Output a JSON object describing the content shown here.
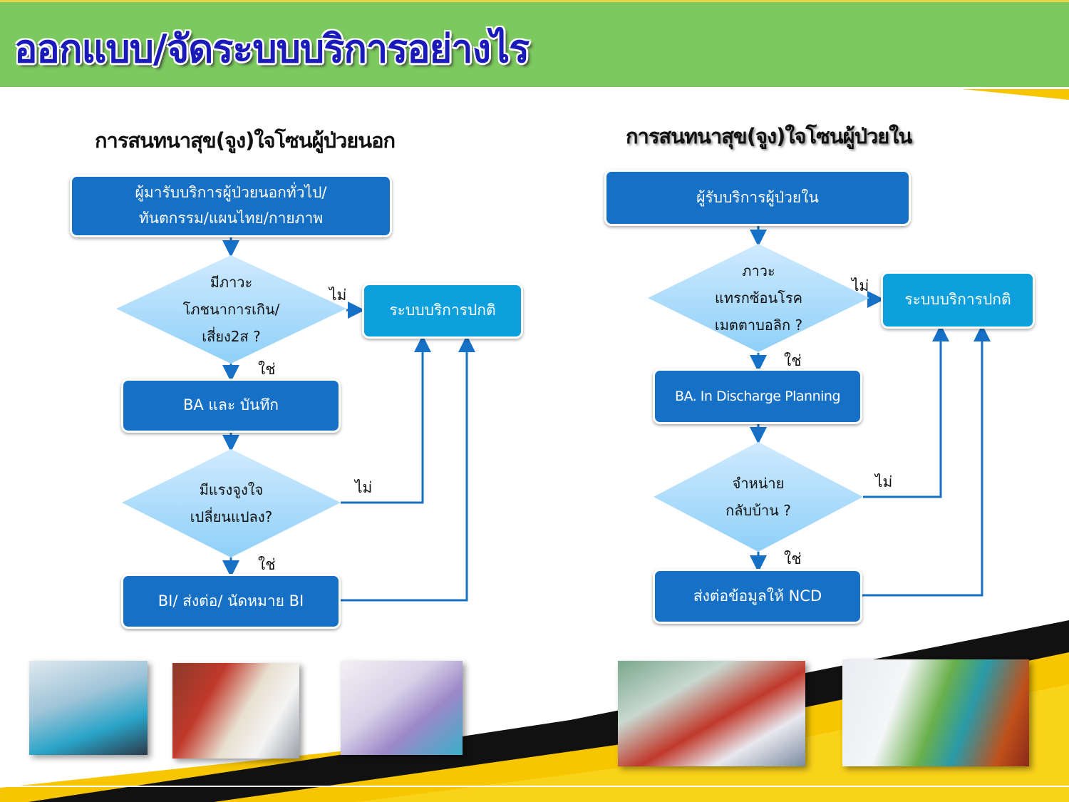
{
  "header": {
    "title": "ออกแบบ/จัดระบบบริการอย่างไร"
  },
  "left": {
    "title": "การสนทนาสุข(จูง)ใจโซนผู้ป่วยนอก",
    "start": [
      "ผู้มารับบริการผู้ป่วยนอกทั่วไป/",
      "ทันตกรรม/แผนไทย/กายภาพ"
    ],
    "decision1": [
      "มีภาวะ",
      "โภชนาการเกิน/",
      "เสี่ยง2ส ?"
    ],
    "normal": "ระบบบริการปกติ",
    "ba": "BA และ บันทึก",
    "decision2": [
      "มีแรงจูงใจ",
      "เปลี่ยนแปลง?"
    ],
    "bi": "BI/ ส่งต่อ/ นัดหมาย BI",
    "no": "ไม่",
    "yes": "ใช่"
  },
  "right": {
    "title": "การสนทนาสุข(จูง)ใจโซนผู้ป่วยใน",
    "start": "ผู้รับบริการผู้ป่วยใน",
    "decision1": [
      "ภาวะ",
      "แทรกซ้อนโรค",
      "เมตตาบอลิก ?"
    ],
    "normal": "ระบบบริการปกติ",
    "ba": "BA. In Discharge Planning",
    "decision2": [
      "จำหน่าย",
      "กลับบ้าน ?"
    ],
    "ncd": "ส่งต่อข้อมูลให้ NCD",
    "no": "ไม่",
    "yes": "ใช่"
  },
  "colors": {
    "header": "#7cc95f",
    "title": "#1a1ab8",
    "dark_box": "#1570c6",
    "light_box": "#0da0dc",
    "line": "#1570c6",
    "accent": "#f7c600"
  }
}
